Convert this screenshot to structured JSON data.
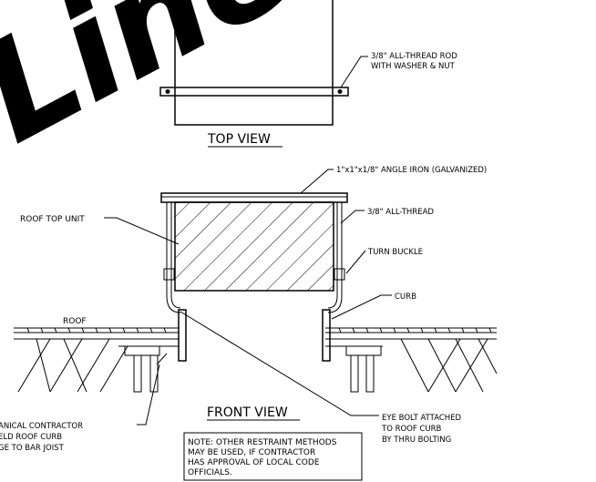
{
  "watermark": "Line",
  "views": {
    "top": {
      "title": "TOP VIEW"
    },
    "front": {
      "title": "FRONT VIEW"
    }
  },
  "callouts": {
    "rod": [
      "3/8\" ALL-THREAD ROD",
      "WITH WASHER & NUT"
    ],
    "angle_iron": "1\"x1\"x1/8\" ANGLE IRON (GALVANIZED)",
    "roof_top_unit": "ROOF TOP UNIT",
    "all_thread": "3/8\" ALL-THREAD",
    "turn_buckle": "TURN BUCKLE",
    "curb": "CURB",
    "roof": "ROOF",
    "eye_bolt": [
      "EYE BOLT ATTACHED",
      "TO ROOF CURB",
      "BY THRU BOLTING"
    ],
    "contractor": [
      "ANICAL CONTRACTOR",
      "ELD ROOF CURB",
      "GE TO BAR JOIST"
    ]
  },
  "note": [
    "NOTE:  OTHER RESTRAINT METHODS",
    "MAY BE USED, IF CONTRACTOR",
    "HAS APPROVAL OF LOCAL CODE",
    "OFFICIALS."
  ]
}
